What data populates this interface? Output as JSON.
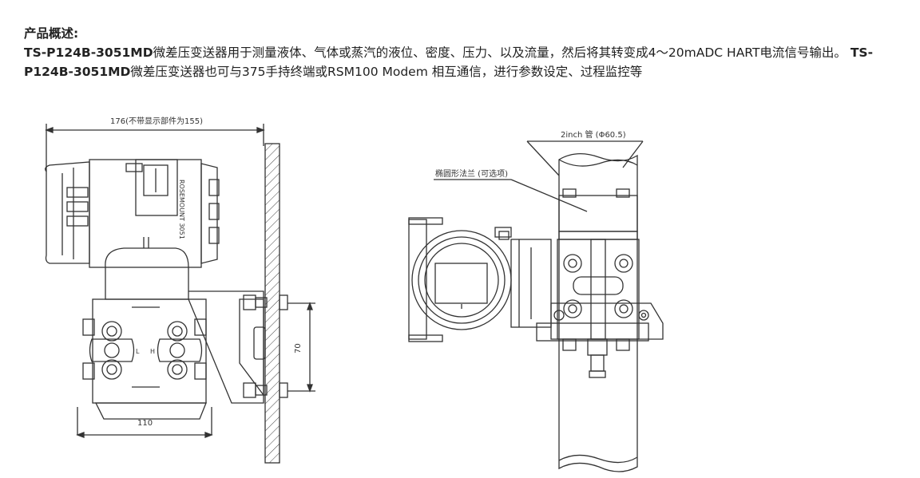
{
  "overview": {
    "title": "产品概述:",
    "paragraph": {
      "model_1": "TS-P124B-3051MD",
      "text_1": "微差压变送器用于测量液体、气体或蒸汽的液位、密度、压力、以及流量，然后将其转变成4～20mADC HART电流信号输出。",
      "model_2": "TS-P124B-3051MD",
      "text_2": "微差压变送器也可与375手持终端或RSM100 Modem 相互通信，进行参数设定、过程监控等"
    }
  },
  "drawing_left": {
    "dim_width_label": "176(不带显示部件为155)",
    "dim_height_label": "70",
    "dim_bottom_label": "110",
    "side_label": "ROSEMOUNT 3051",
    "port_l": "L",
    "port_h": "H"
  },
  "drawing_right": {
    "pipe_label": "2inch 管 (Φ60.5)",
    "flange_label": "椭圆形法兰 (可选项)"
  }
}
